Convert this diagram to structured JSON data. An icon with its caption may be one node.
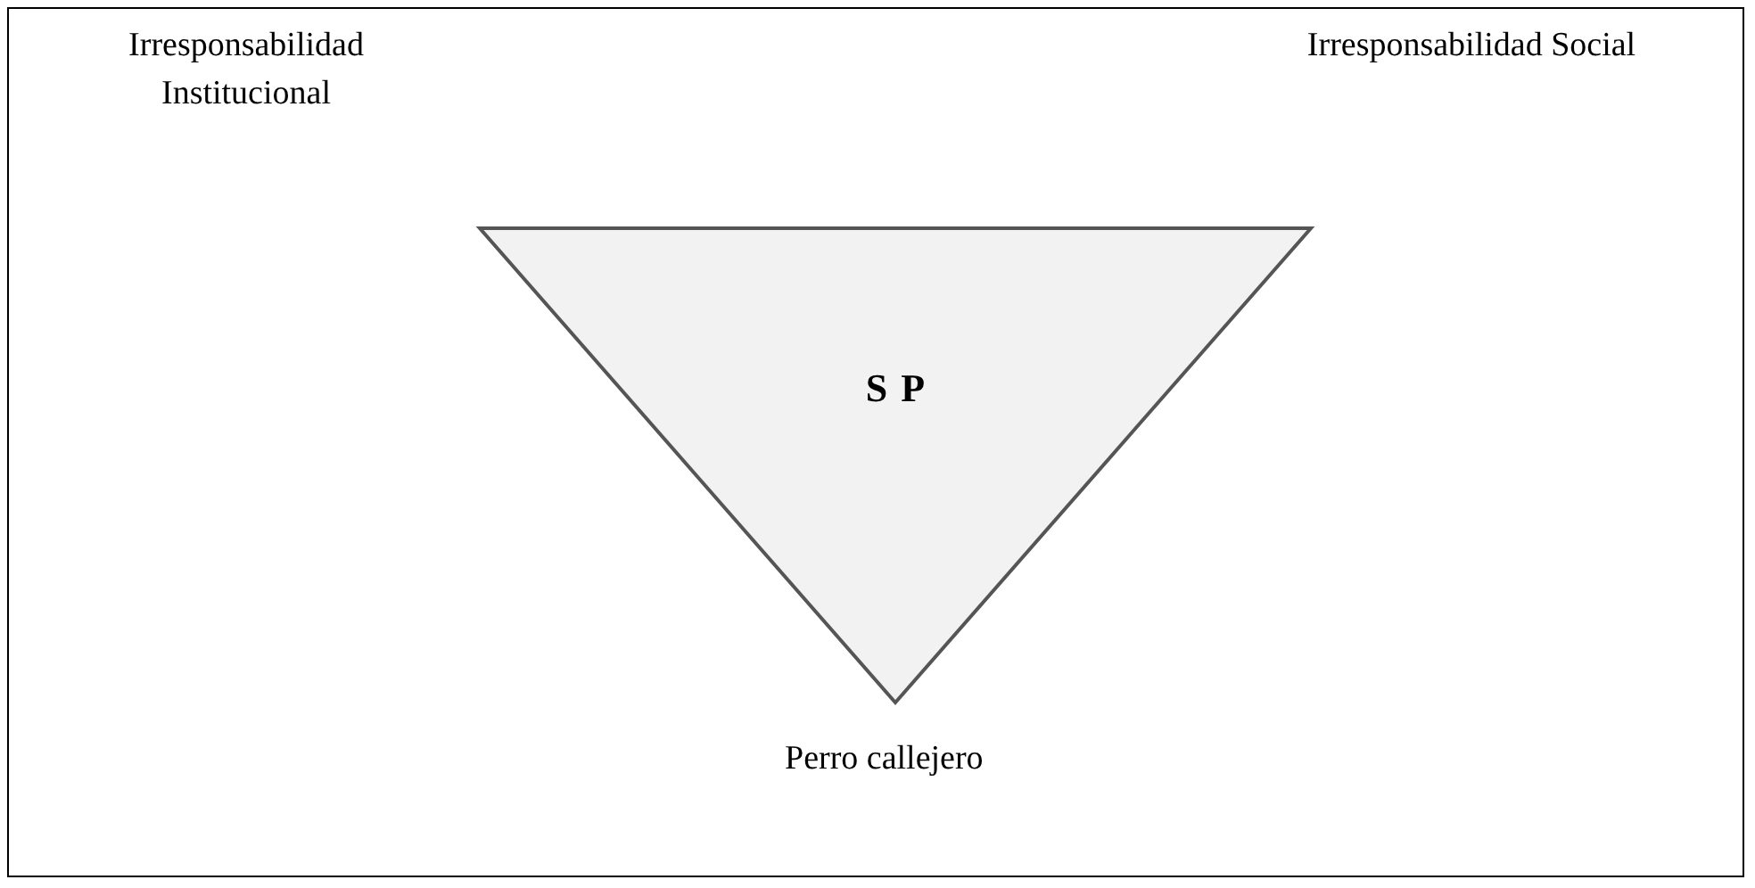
{
  "diagram": {
    "nodes": [
      {
        "text": [
          "S P"
        ]
      }
    ],
    "labels": [
      "Irresponsabilidad Institucional",
      "Irresponsabilidad Social",
      "Perro callejero"
    ]
  }
}
